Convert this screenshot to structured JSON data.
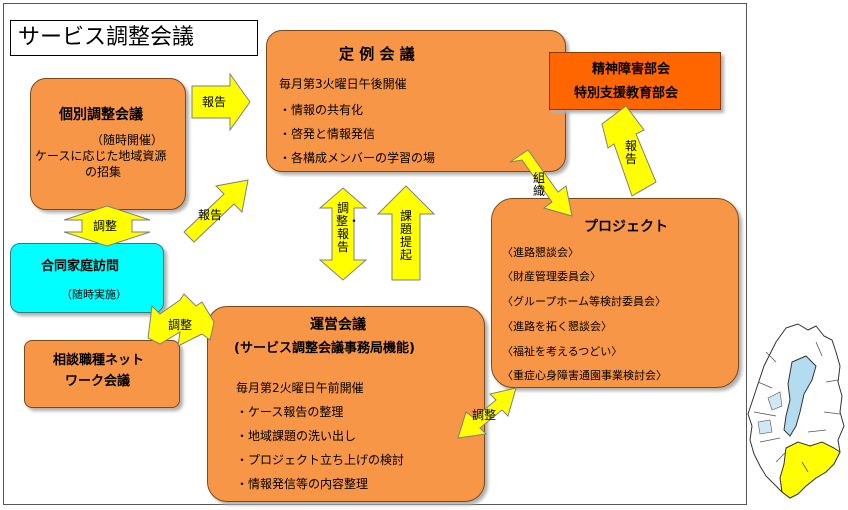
{
  "title": "サービス調整会議",
  "teirei": {
    "title": "定 例 会 議",
    "line1": "毎月第3火曜日午後開催",
    "line2": "・情報の共有化",
    "line3": "・啓発と情報発信",
    "line4": "・各構成メンバーの学習の場"
  },
  "kobetsu": {
    "title": "個別調整会議",
    "note": "（随時開催）",
    "desc1": "ケースに応じた地域資源",
    "desc2": "の招集"
  },
  "bukai": {
    "line1": "精神障害部会",
    "line2": "特別支援教育部会"
  },
  "goudou": {
    "title": "合同家庭訪問",
    "note": "（随時実施）"
  },
  "soudan": {
    "line1": "相談職種ネット",
    "line2": "ワーク会議"
  },
  "unei": {
    "title": "運営会議",
    "subtitle": "(サービス調整会議事務局機能)",
    "line1": "毎月第2火曜日午前開催",
    "line2": "・ケース報告の整理",
    "line3": "・地域課題の洗い出し",
    "line4": "・プロジェクト立ち上げの検討",
    "line5": "・情報発信等の内容整理"
  },
  "project": {
    "title": "プロジェクト",
    "items": [
      "〈進路懇談会〉",
      "〈財産管理委員会〉",
      "〈グループホーム等検討委員会〉",
      "〈進路を拓く懇談会〉",
      "〈福祉を考えるつどい〉",
      "〈重症心身障害通園事業検討会〉"
    ]
  },
  "arrows": {
    "houkoku1": "報告",
    "houkoku2": "報告",
    "houkoku3": "報告",
    "chousei1": "調整",
    "chousei2": "調整",
    "chousei3": "調整",
    "chousei_houkoku": "調整・報告",
    "kadai_teiki": "課題提起",
    "soshiki": "組織"
  },
  "colors": {
    "orange_box": "#f79646",
    "red_box": "#ff6600",
    "cyan_box": "#00ffff",
    "arrow_fill": "#ffff00"
  }
}
